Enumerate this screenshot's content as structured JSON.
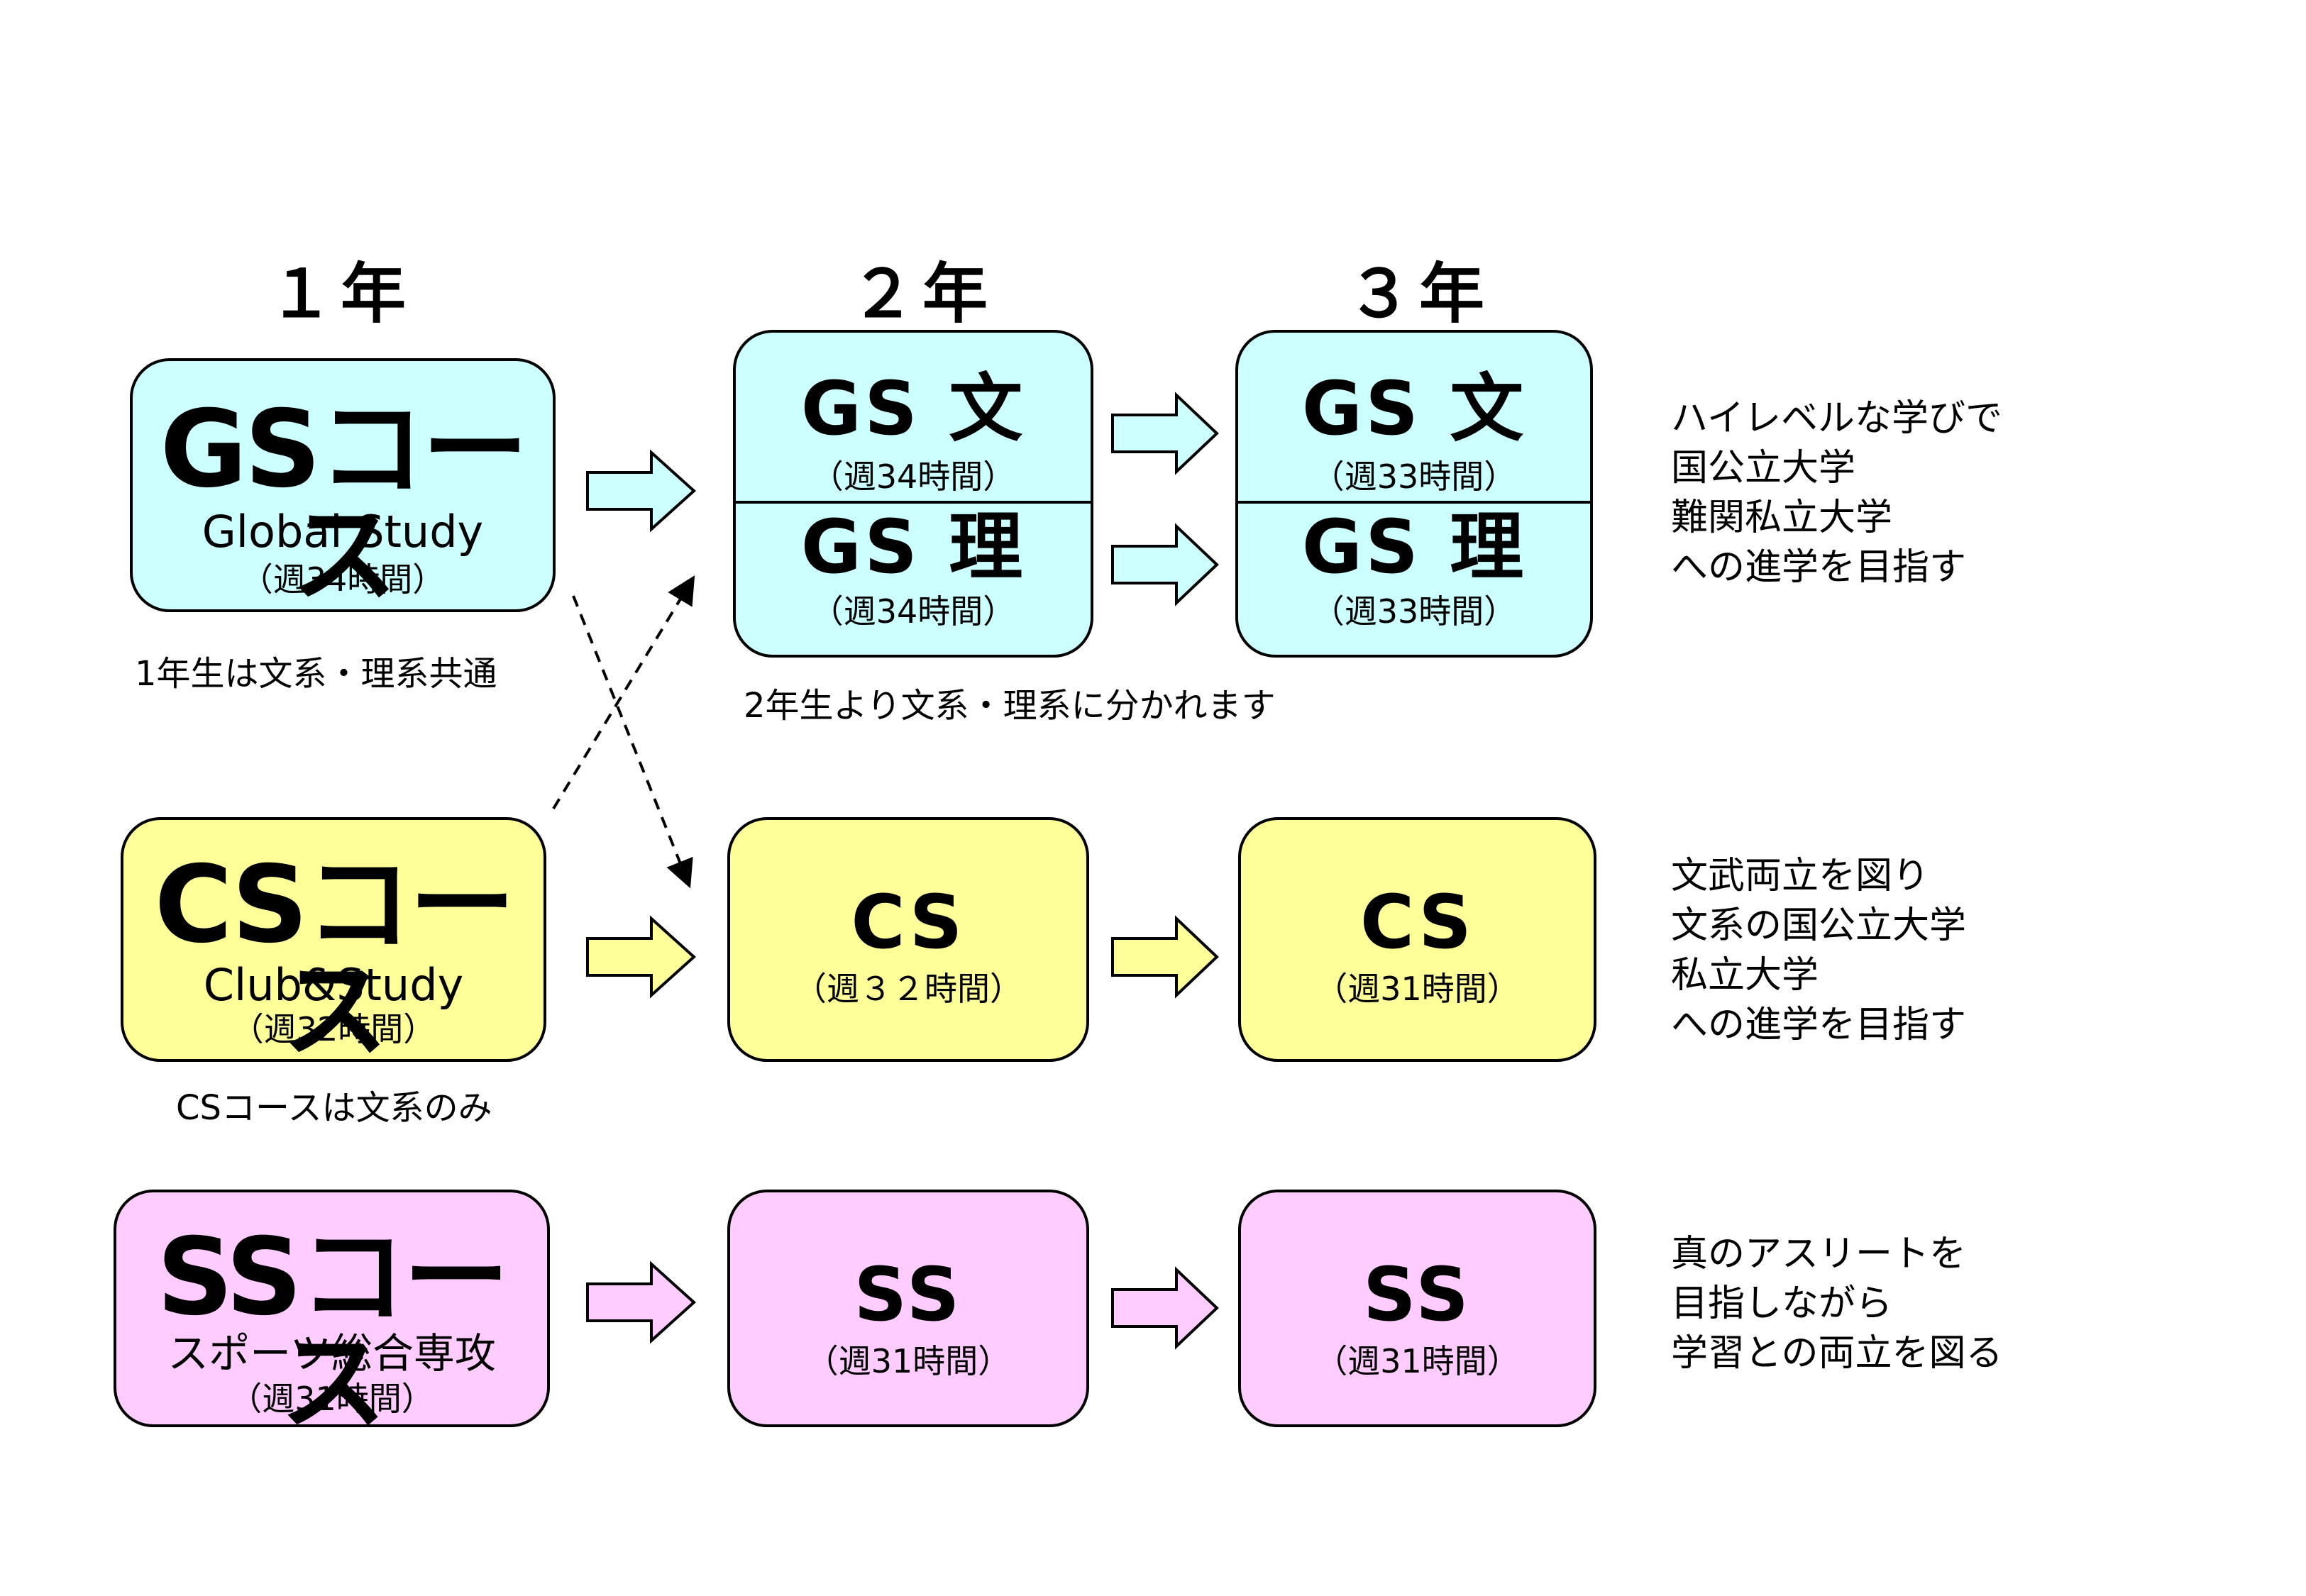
{
  "years": [
    "１年",
    "２年",
    "３年"
  ],
  "gs": {
    "year1": {
      "title": "GSコース",
      "subtitle": "Global Study",
      "hours": "（週34時間）"
    },
    "year1_note": "1年生は文系・理系共通",
    "year2": {
      "bun": "GS 文",
      "bun_hours": "（週34時間）",
      "ri": "GS 理",
      "ri_hours": "（週34時間）"
    },
    "year2_note": "2年生より文系・理系に分かれます",
    "year3": {
      "bun": "GS 文",
      "bun_hours": "（週33時間）",
      "ri": "GS 理",
      "ri_hours": "（週33時間）"
    },
    "goal": [
      "ハイレベルな学びで",
      "国公立大学",
      "難関私立大学",
      "への進学を目指す"
    ]
  },
  "cs": {
    "year1": {
      "title": "CSコース",
      "subtitle": "Club&Study",
      "hours": "（週32時間）"
    },
    "year1_note": "CSコースは文系のみ",
    "year2": {
      "title": "CS",
      "hours": "（週３２時間）"
    },
    "year3": {
      "title": "CS",
      "hours": "（週31時間）"
    },
    "goal": [
      "文武両立を図り",
      "文系の国公立大学",
      "私立大学",
      "への進学を目指す"
    ]
  },
  "ss": {
    "year1": {
      "title": "SSコース",
      "subtitle": "スポーツ総合専攻",
      "hours": "（週31時間）"
    },
    "year2": {
      "title": "SS",
      "hours": "（週31時間）"
    },
    "year3": {
      "title": "SS",
      "hours": "（週31時間）"
    },
    "goal": [
      "真のアスリートを",
      "目指しながら",
      "学習との両立を図る"
    ]
  },
  "colors": {
    "gs": "#ccffff",
    "cs": "#ffff99",
    "ss": "#ffccff"
  }
}
